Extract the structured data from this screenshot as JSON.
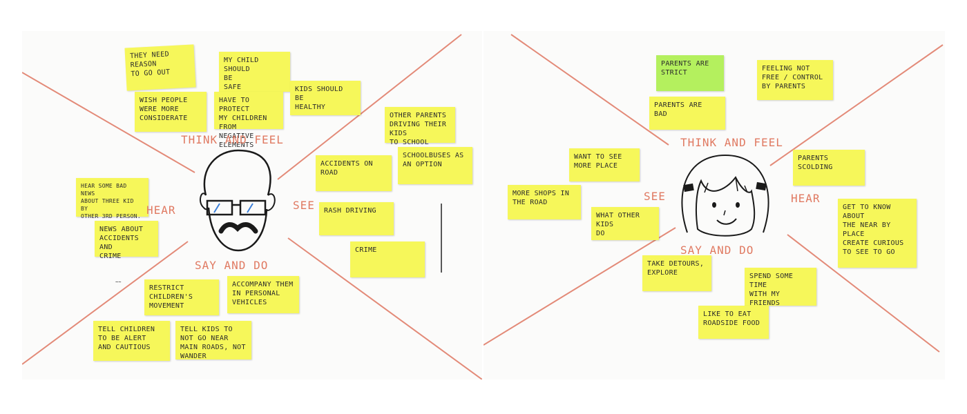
{
  "colors": {
    "axis_line": "#e38a78",
    "label": "#e07a62",
    "note_yellow": "#f6f75a",
    "note_green": "#b4f05e",
    "ink": "#2b2b2b"
  },
  "left_map": {
    "labels": {
      "think": "THINK AND FEEL",
      "see": "SEE",
      "hear": "HEAR",
      "say": "SAY AND DO"
    },
    "notes": {
      "need_reason": "THEY NEED REASON\nTO GO OUT",
      "child_safe": "MY CHILD SHOULD\nBE\nSAFE",
      "kids_healthy": "KIDS SHOULD BE\nHEALTHY",
      "wish_people": "WISH PEOPLE\nWERE MORE\nCONSIDERATE",
      "protect_children": "HAVE TO PROTECT\nMY CHILDREN FROM\nNEGATIVE ELEMENTS",
      "other_parents": "OTHER PARENTS\nDRIVING THEIR KIDS\nTO SCHOOL",
      "accidents_road": "ACCIDENTS ON\nROAD",
      "schoolbuses": "SCHOOLBUSES AS\nAN OPTION",
      "rash_driving": "RASH DRIVING",
      "crime": "CRIME",
      "bad_news": "HEAR SOME BAD NEWS\nABOUT THREE KID BY\nOTHER 3rd PERSON.",
      "news_accidents": "NEWS ABOUT\nACCIDENTS AND\nCRIME",
      "restrict": "RESTRICT CHILDREN'S\nMOVEMENT",
      "accompany": "ACCOMPANY THEM\nIN PERSONAL\nVEHICLES",
      "tell_alert": "TELL CHILDREN\nTO BE ALERT\nAND CAUTIOUS",
      "tell_main_roads": "TELL KIDS TO\nNOT GO NEAR\nMAIN ROADS, NOT WANDER"
    }
  },
  "right_map": {
    "labels": {
      "think": "THINK AND FEEL",
      "see": "SEE",
      "hear": "HEAR",
      "say": "SAY AND DO"
    },
    "notes": {
      "parents_strict": "PARENTS ARE\nSTRICT",
      "feeling_not_free": "FEELING NOT\nFREE / CONTROL\nBY PARENTS",
      "parents_bad": "PARENTS ARE\nBAD",
      "want_see_place": "WANT TO SEE\nMORE PLACE",
      "parents_scolding": "PARENTS SCOLDING",
      "more_shops": "MORE SHOPS IN\nTHE ROAD",
      "other_kids_do": "WHAT OTHER KIDS\nDO",
      "get_to_know": "GET TO KNOW ABOUT\nTHE NEAR BY\nPLACE\nCREATE CURIOUS\nTO SEE TO GO",
      "take_detours": "TAKE DETOURS,\nEXPLORE",
      "spend_time": "SPEND SOME TIME\nWITH MY FRIENDS",
      "roadside_food": "LIKE TO EAT\nROADSIDE FOOD"
    }
  }
}
